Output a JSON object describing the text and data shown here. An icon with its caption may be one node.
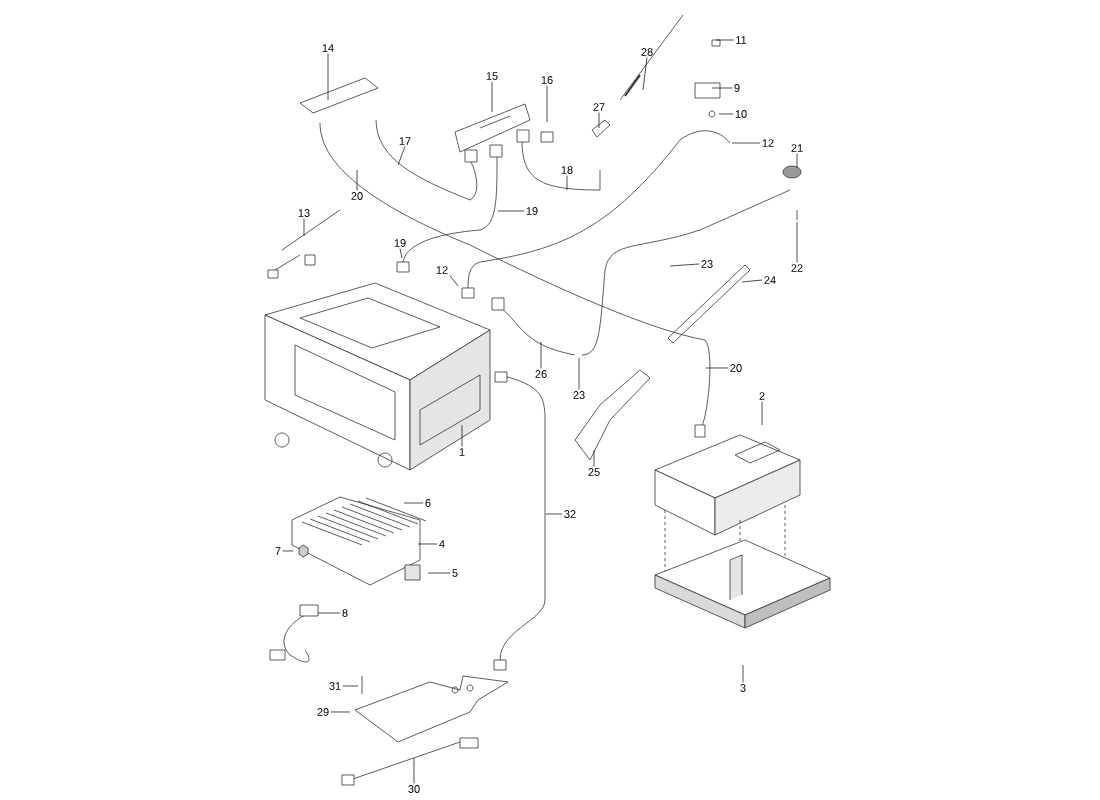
{
  "diagram": {
    "nodes": [
      {
        "text": [
          "14"
        ]
      },
      {
        "text": [
          "15"
        ]
      },
      {
        "text": [
          "16"
        ]
      },
      {
        "text": [
          "28"
        ]
      },
      {
        "text": [
          "11"
        ]
      },
      {
        "text": [
          "9"
        ]
      },
      {
        "text": [
          "10"
        ]
      },
      {
        "text": [
          "27"
        ]
      },
      {
        "text": [
          "17"
        ]
      },
      {
        "text": [
          "12"
        ]
      },
      {
        "text": [
          "21"
        ]
      },
      {
        "text": [
          "18"
        ]
      },
      {
        "text": [
          "20"
        ]
      },
      {
        "text": [
          "19"
        ]
      },
      {
        "text": [
          "13"
        ]
      },
      {
        "text": [
          "19"
        ]
      },
      {
        "text": [
          "23"
        ]
      },
      {
        "text": [
          "22"
        ]
      },
      {
        "text": [
          "12"
        ]
      },
      {
        "text": [
          "24"
        ]
      },
      {
        "text": [
          "20"
        ]
      },
      {
        "text": [
          "26"
        ]
      },
      {
        "text": [
          "23"
        ]
      },
      {
        "text": [
          "2"
        ]
      },
      {
        "text": [
          "1"
        ]
      },
      {
        "text": [
          "25"
        ]
      },
      {
        "text": [
          "6"
        ]
      },
      {
        "text": [
          "32"
        ]
      },
      {
        "text": [
          "4"
        ]
      },
      {
        "text": [
          "7"
        ]
      },
      {
        "text": [
          "5"
        ]
      },
      {
        "text": [
          "8"
        ]
      },
      {
        "text": [
          "3"
        ]
      },
      {
        "text": [
          "31"
        ]
      },
      {
        "text": [
          "29"
        ]
      },
      {
        "text": [
          "30"
        ]
      }
    ],
    "edges": [
      {
        "from": 0,
        "to": null,
        "arrow": "none"
      },
      {
        "from": 1,
        "to": null,
        "arrow": "none"
      },
      {
        "from": 2,
        "to": null,
        "arrow": "none"
      },
      {
        "from": 3,
        "to": null,
        "arrow": "none"
      },
      {
        "from": 4,
        "to": null,
        "arrow": "none"
      },
      {
        "from": 5,
        "to": null,
        "arrow": "none"
      },
      {
        "from": 6,
        "to": null,
        "arrow": "none"
      },
      {
        "from": 7,
        "to": null,
        "arrow": "none"
      },
      {
        "from": 8,
        "to": null,
        "arrow": "none"
      },
      {
        "from": 9,
        "to": null,
        "arrow": "none"
      },
      {
        "from": 10,
        "to": null,
        "arrow": "none"
      },
      {
        "from": 11,
        "to": null,
        "arrow": "none"
      },
      {
        "from": 12,
        "to": null,
        "arrow": "none"
      },
      {
        "from": 13,
        "to": null,
        "arrow": "none"
      },
      {
        "from": 14,
        "to": null,
        "arrow": "none"
      },
      {
        "from": 15,
        "to": null,
        "arrow": "none"
      },
      {
        "from": 16,
        "to": null,
        "arrow": "none"
      },
      {
        "from": 17,
        "to": null,
        "arrow": "none"
      },
      {
        "from": 18,
        "to": null,
        "arrow": "none"
      },
      {
        "from": 19,
        "to": null,
        "arrow": "none"
      },
      {
        "from": 20,
        "to": null,
        "arrow": "none"
      },
      {
        "from": 21,
        "to": null,
        "arrow": "none"
      },
      {
        "from": 22,
        "to": null,
        "arrow": "none"
      },
      {
        "from": 23,
        "to": null,
        "arrow": "none"
      },
      {
        "from": 24,
        "to": null,
        "arrow": "none"
      },
      {
        "from": 25,
        "to": null,
        "arrow": "none"
      },
      {
        "from": 26,
        "to": null,
        "arrow": "none"
      },
      {
        "from": 27,
        "to": null,
        "arrow": "none"
      },
      {
        "from": 28,
        "to": null,
        "arrow": "none"
      },
      {
        "from": 29,
        "to": null,
        "arrow": "none"
      },
      {
        "from": 30,
        "to": null,
        "arrow": "none"
      },
      {
        "from": 31,
        "to": null,
        "arrow": "none"
      },
      {
        "from": 32,
        "to": null,
        "arrow": "none"
      },
      {
        "from": 33,
        "to": null,
        "arrow": "none"
      },
      {
        "from": 34,
        "to": null,
        "arrow": "none"
      },
      {
        "from": 35,
        "to": null,
        "arrow": "none"
      }
    ]
  }
}
